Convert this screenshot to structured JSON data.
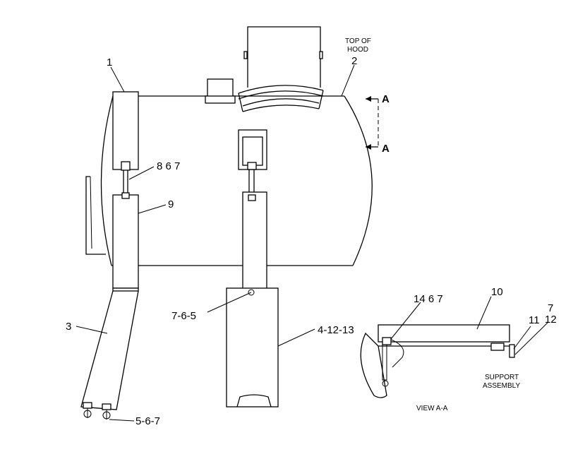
{
  "callouts": {
    "c1": "1",
    "c2": "2",
    "c3": "3",
    "c9": "9",
    "c10": "10",
    "c11": "11",
    "c7b": "7",
    "c12": "12",
    "c8_6_7": "8 6 7",
    "c7_6_5": "7-6-5",
    "c4_12_13": "4-12-13",
    "c5_6_7": "5-6-7",
    "c14_6_7": "14 6 7"
  },
  "notes": {
    "top_of_hood_1": "TOP OF",
    "top_of_hood_2": "HOOD",
    "support_assembly_1": "SUPPORT",
    "support_assembly_2": "ASSEMBLY",
    "view_aa": "VIEW A-A"
  },
  "section_marks": {
    "upper": "A",
    "lower": "A"
  }
}
